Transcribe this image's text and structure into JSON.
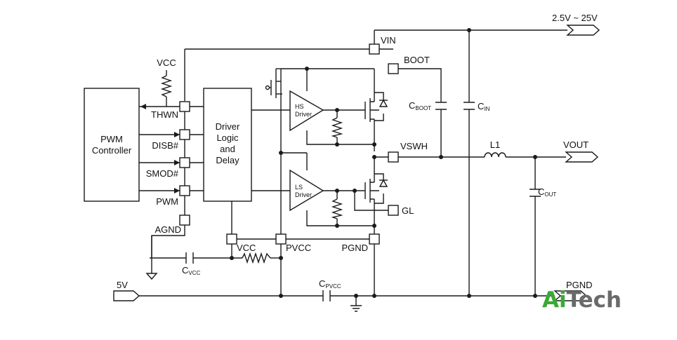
{
  "blocks": {
    "pwm_controller": [
      "PWM",
      "Controller"
    ],
    "driver": [
      "Driver",
      "Logic",
      "and",
      "Delay"
    ],
    "hs_driver": [
      "HS",
      "Driver"
    ],
    "ls_driver": [
      "LS",
      "Driver"
    ]
  },
  "pins": {
    "thwn": "THWN",
    "disb": "DISB#",
    "smod": "SMOD#",
    "pwm": "PWM",
    "agnd": "AGND",
    "vcc": "VCC",
    "pvcc": "PVCC",
    "pgnd": "PGND",
    "gl": "GL",
    "vswh": "VSWH",
    "boot": "BOOT",
    "vin": "VIN"
  },
  "nets": {
    "vcc_pullup": "VCC",
    "input_range": "2.5V ~ 25V",
    "vout": "VOUT",
    "five_v": "5V",
    "pgnd_out": "PGND"
  },
  "components": {
    "cboot": {
      "main": "C",
      "sub": "BOOT"
    },
    "cin": {
      "main": "C",
      "sub": "IN"
    },
    "cout": {
      "main": "C",
      "sub": "OUT"
    },
    "cvcc": {
      "main": "C",
      "sub": "VCC"
    },
    "cpvcc": {
      "main": "C",
      "sub": "PVCC"
    },
    "l1": "L1"
  },
  "watermark": {
    "part1": "Ai",
    "part2": "Tech",
    "color_ai": "#3aaa35",
    "color_tech": "#6a6a6a"
  }
}
